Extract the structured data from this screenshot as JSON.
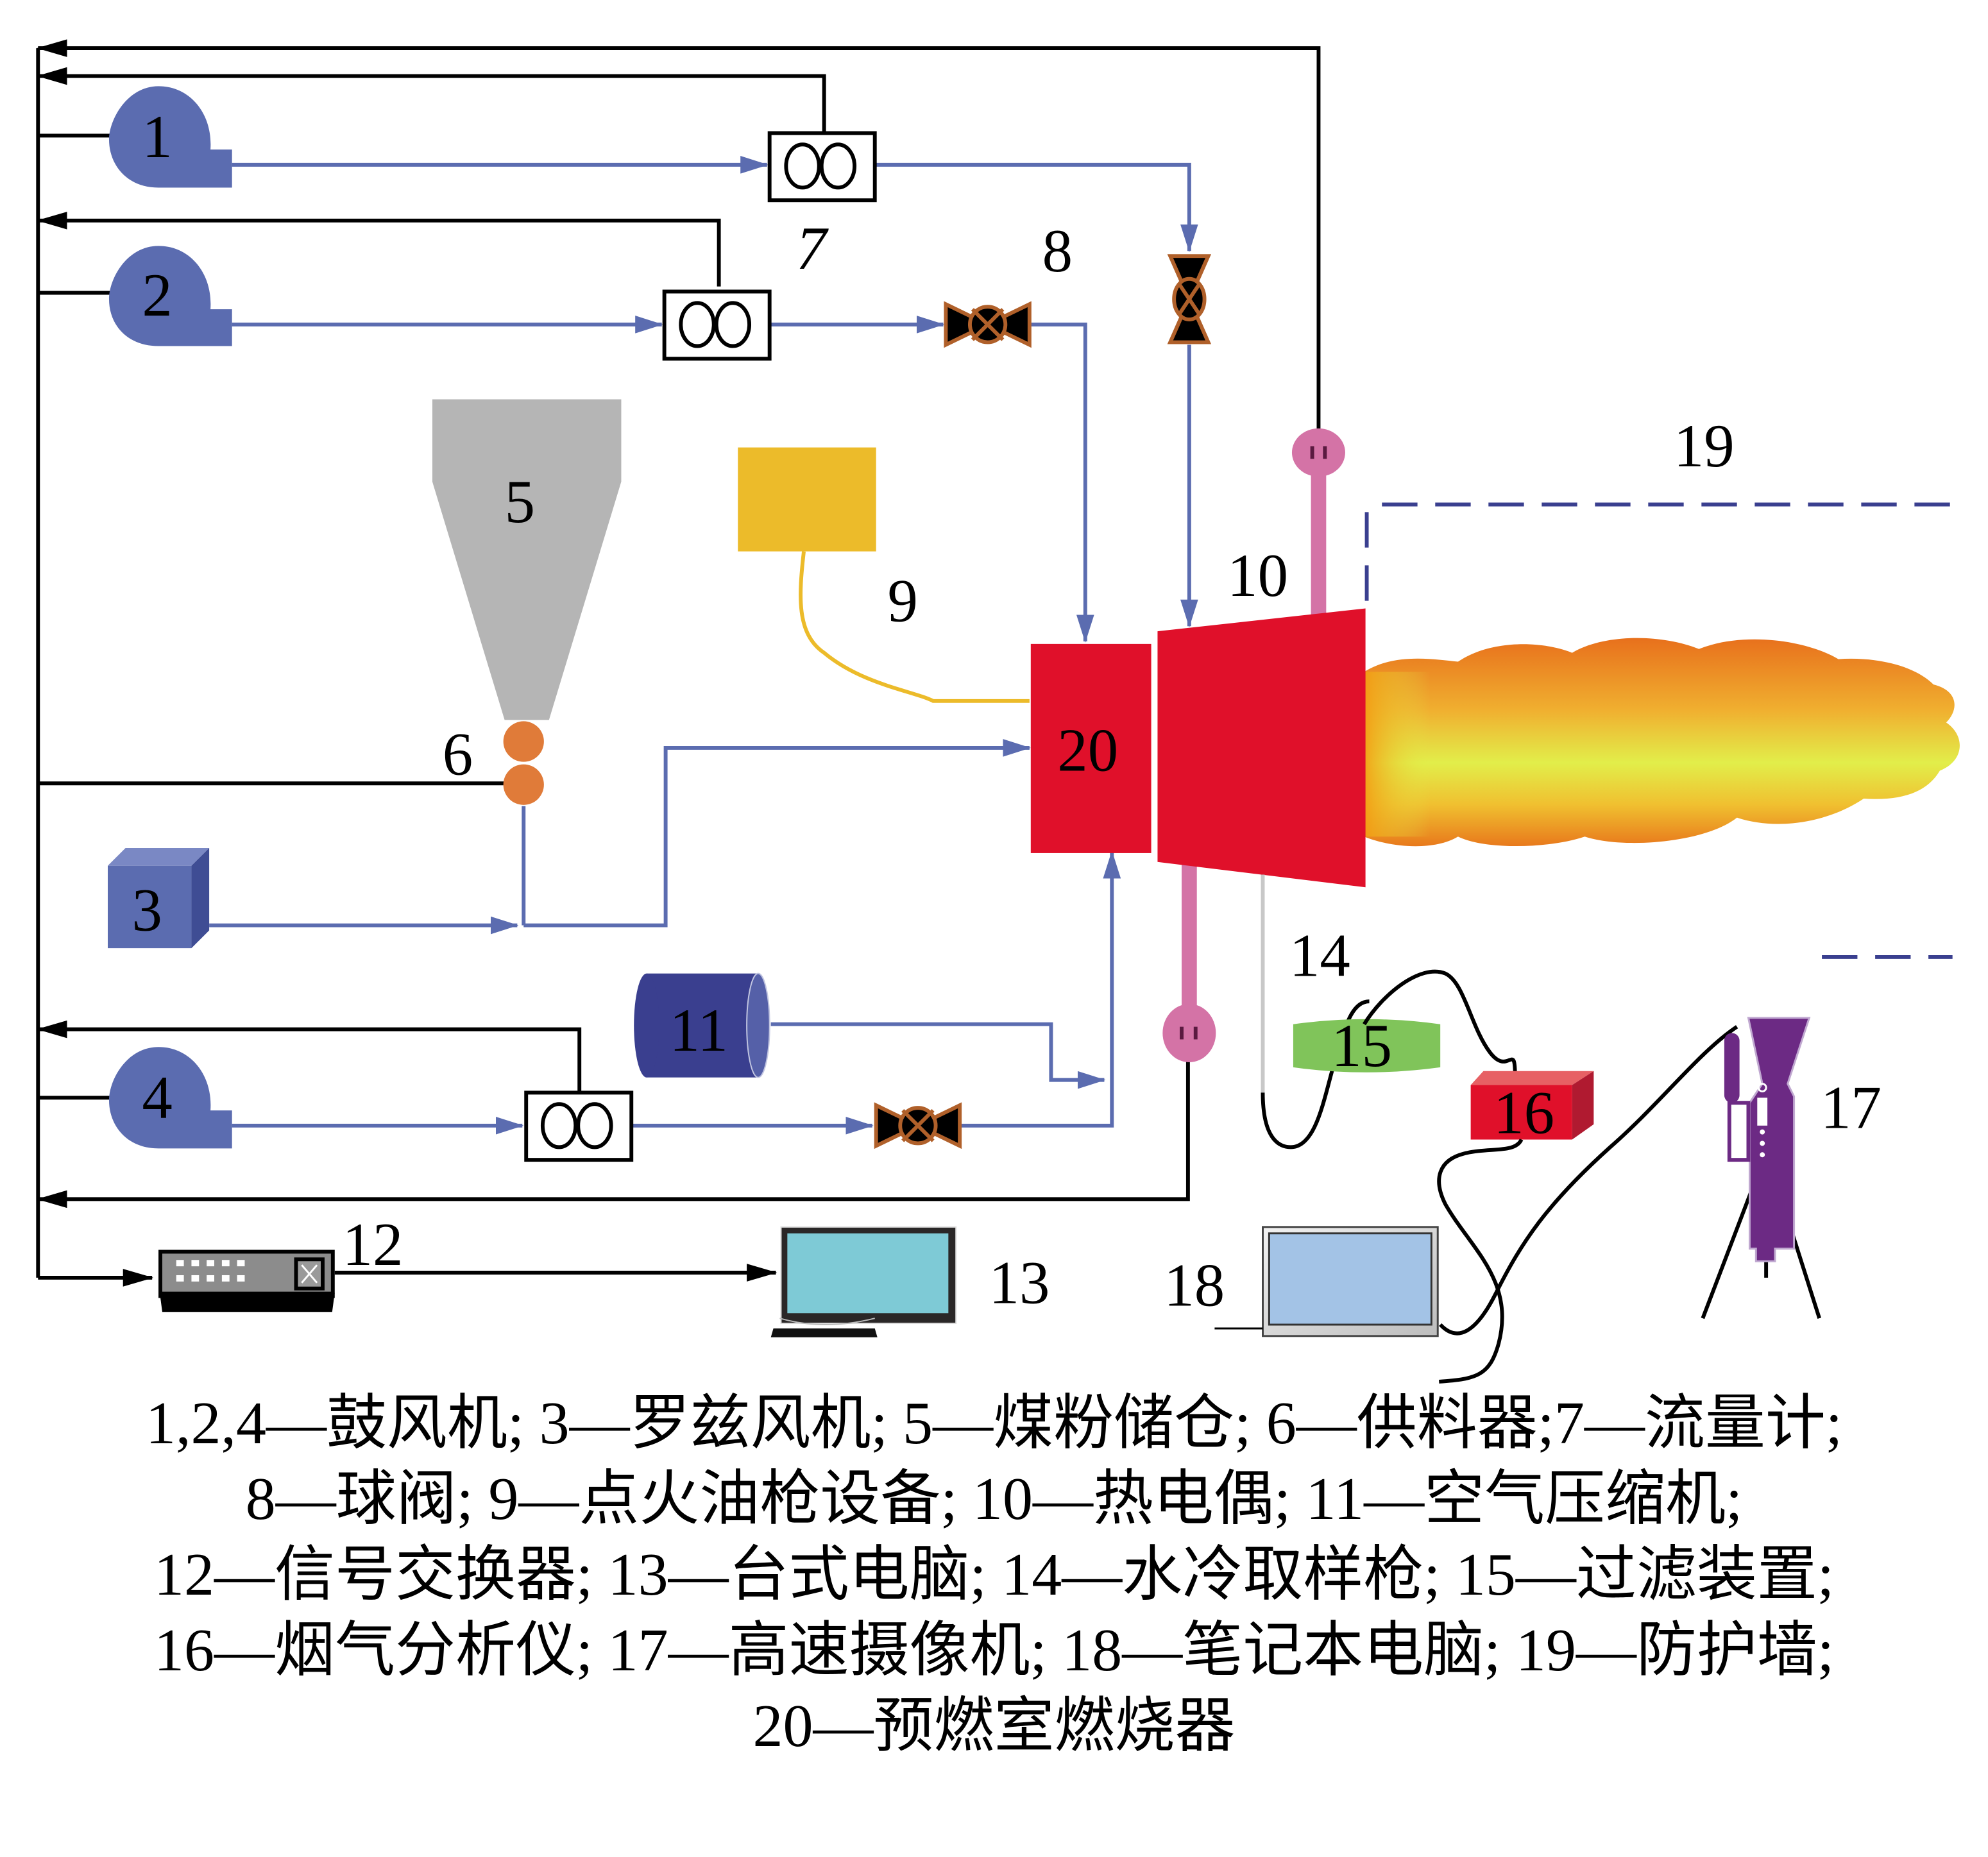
{
  "diagram": {
    "title": "Pulverized coal precombustion-chamber burner experimental system",
    "colors": {
      "air_line": "#5b6cb0",
      "signal_line": "#000000",
      "blower": "#5b6cb0",
      "hopper": "#b5b5b5",
      "feeder": "#e07b39",
      "ignition": "#ecbb2a",
      "burner": "#e0102a",
      "thermocouple": "#d473a6",
      "compressor": "#3a3f8f",
      "filter": "#80c45a",
      "analyzer": "#e0102a",
      "camera": "#6c2a84",
      "wall": "#3a3f8f",
      "flame_outer": "#e8791c",
      "flame_inner": "#e2ee4a"
    },
    "labels": {
      "n1": "1",
      "n2": "2",
      "n3": "3",
      "n4": "4",
      "n5": "5",
      "n6": "6",
      "n7": "7",
      "n8": "8",
      "n9": "9",
      "n10": "10",
      "n11": "11",
      "n12": "12",
      "n13": "13",
      "n14": "14",
      "n15": "15",
      "n16": "16",
      "n17": "17",
      "n18": "18",
      "n19": "19",
      "n20": "20"
    },
    "components": [
      {
        "id": "1",
        "name": "鼓风机",
        "icon": "blower-icon"
      },
      {
        "id": "2",
        "name": "鼓风机",
        "icon": "blower-icon"
      },
      {
        "id": "3",
        "name": "罗兹风机",
        "icon": "roots-blower-icon"
      },
      {
        "id": "4",
        "name": "鼓风机",
        "icon": "blower-icon"
      },
      {
        "id": "5",
        "name": "煤粉储仓",
        "icon": "hopper-icon"
      },
      {
        "id": "6",
        "name": "供料器",
        "icon": "feeder-icon"
      },
      {
        "id": "7",
        "name": "流量计",
        "icon": "flowmeter-icon"
      },
      {
        "id": "8",
        "name": "球阀",
        "icon": "ball-valve-icon"
      },
      {
        "id": "9",
        "name": "点火油枪设备",
        "icon": "ignition-unit-icon"
      },
      {
        "id": "10",
        "name": "热电偶",
        "icon": "thermocouple-icon"
      },
      {
        "id": "11",
        "name": "空气压缩机",
        "icon": "air-compressor-icon"
      },
      {
        "id": "12",
        "name": "信号交换器",
        "icon": "signal-switch-icon"
      },
      {
        "id": "13",
        "name": "台式电脑",
        "icon": "desktop-monitor-icon"
      },
      {
        "id": "14",
        "name": "水冷取样枪",
        "icon": "sampling-probe-icon"
      },
      {
        "id": "15",
        "name": "过滤装置",
        "icon": "filter-icon"
      },
      {
        "id": "16",
        "name": "烟气分析仪",
        "icon": "gas-analyzer-icon"
      },
      {
        "id": "17",
        "name": "高速摄像机",
        "icon": "high-speed-camera-icon"
      },
      {
        "id": "18",
        "name": "笔记本电脑",
        "icon": "laptop-icon"
      },
      {
        "id": "19",
        "name": "防护墙",
        "icon": "protective-wall-icon"
      },
      {
        "id": "20",
        "name": "预燃室燃烧器",
        "icon": "burner-icon"
      }
    ]
  },
  "legend": {
    "lines": [
      "1,2,4—鼓风机; 3—罗兹风机; 5—煤粉储仓; 6—供料器;7—流量计;",
      "8—球阀; 9—点火油枪设备; 10—热电偶; 11—空气压缩机;",
      "12—信号交换器; 13—台式电脑; 14—水冷取样枪; 15—过滤装置;",
      "16—烟气分析仪; 17—高速摄像机; 18—笔记本电脑; 19—防护墙;",
      "20—预燃室燃烧器"
    ]
  }
}
